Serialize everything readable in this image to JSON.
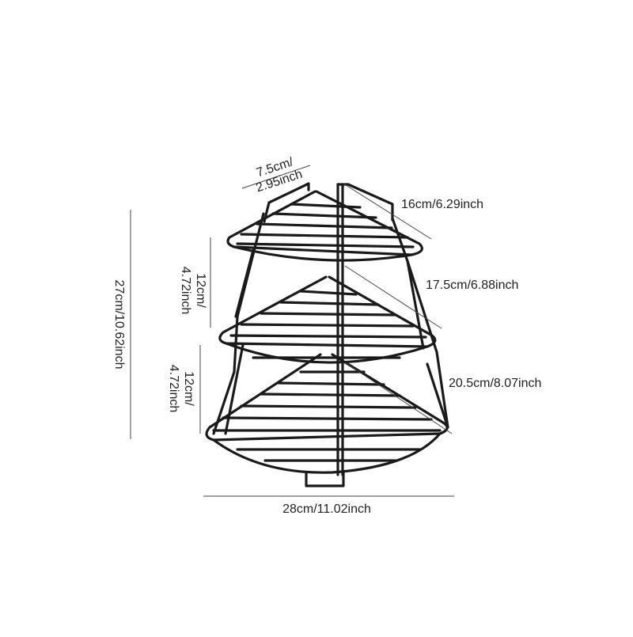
{
  "dimensions": {
    "top_depth": {
      "line1": "7.5cm/",
      "line2": "2.95inch"
    },
    "top_shelf_side": "16cm/6.29inch",
    "middle_shelf_side": "17.5cm/6.88inch",
    "bottom_shelf_side": "20.5cm/8.07inch",
    "upper_gap": {
      "line1": "12cm/",
      "line2": "4.72inch"
    },
    "lower_gap": {
      "line1": "12cm/",
      "line2": "4.72inch"
    },
    "total_height": "27cm/10.62inch",
    "base_width": "28cm/11.02inch"
  },
  "colors": {
    "wire": "#1a1a1a",
    "dimension_line": "#444444",
    "text": "#222222"
  }
}
